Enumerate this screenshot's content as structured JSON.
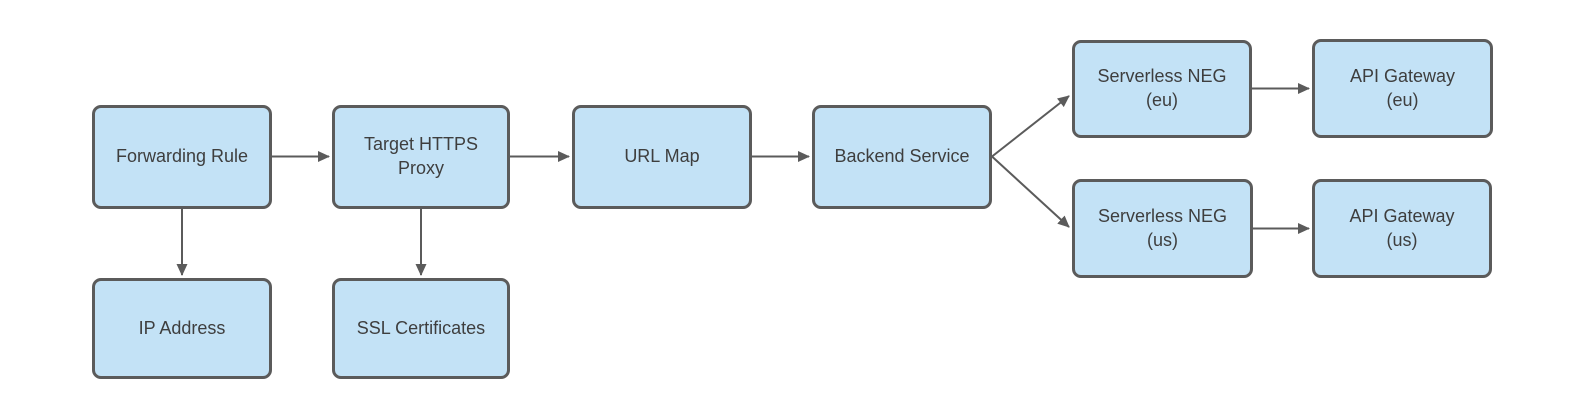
{
  "diagram": {
    "type": "flowchart",
    "nodes": [
      {
        "id": "forwarding-rule",
        "label": "Forwarding Rule"
      },
      {
        "id": "target-https-proxy",
        "label": "Target HTTPS\nProxy"
      },
      {
        "id": "url-map",
        "label": "URL Map"
      },
      {
        "id": "backend-service",
        "label": "Backend Service"
      },
      {
        "id": "serverless-neg-eu",
        "label": "Serverless NEG\n(eu)"
      },
      {
        "id": "api-gateway-eu",
        "label": "API Gateway\n(eu)"
      },
      {
        "id": "serverless-neg-us",
        "label": "Serverless NEG\n(us)"
      },
      {
        "id": "api-gateway-us",
        "label": "API Gateway\n(us)"
      },
      {
        "id": "ip-address",
        "label": "IP Address"
      },
      {
        "id": "ssl-certificates",
        "label": "SSL Certificates"
      }
    ],
    "edges": [
      {
        "from": "forwarding-rule",
        "to": "target-https-proxy"
      },
      {
        "from": "target-https-proxy",
        "to": "url-map"
      },
      {
        "from": "url-map",
        "to": "backend-service"
      },
      {
        "from": "backend-service",
        "to": "serverless-neg-eu"
      },
      {
        "from": "backend-service",
        "to": "serverless-neg-us"
      },
      {
        "from": "serverless-neg-eu",
        "to": "api-gateway-eu"
      },
      {
        "from": "serverless-neg-us",
        "to": "api-gateway-us"
      },
      {
        "from": "forwarding-rule",
        "to": "ip-address"
      },
      {
        "from": "target-https-proxy",
        "to": "ssl-certificates"
      }
    ],
    "colors": {
      "background": "#FFFFFF",
      "node_fill": "#C3E2F6",
      "node_border": "#5B5B5B",
      "arrow": "#5B5B5B",
      "label_text": "#3E3E3E"
    }
  }
}
